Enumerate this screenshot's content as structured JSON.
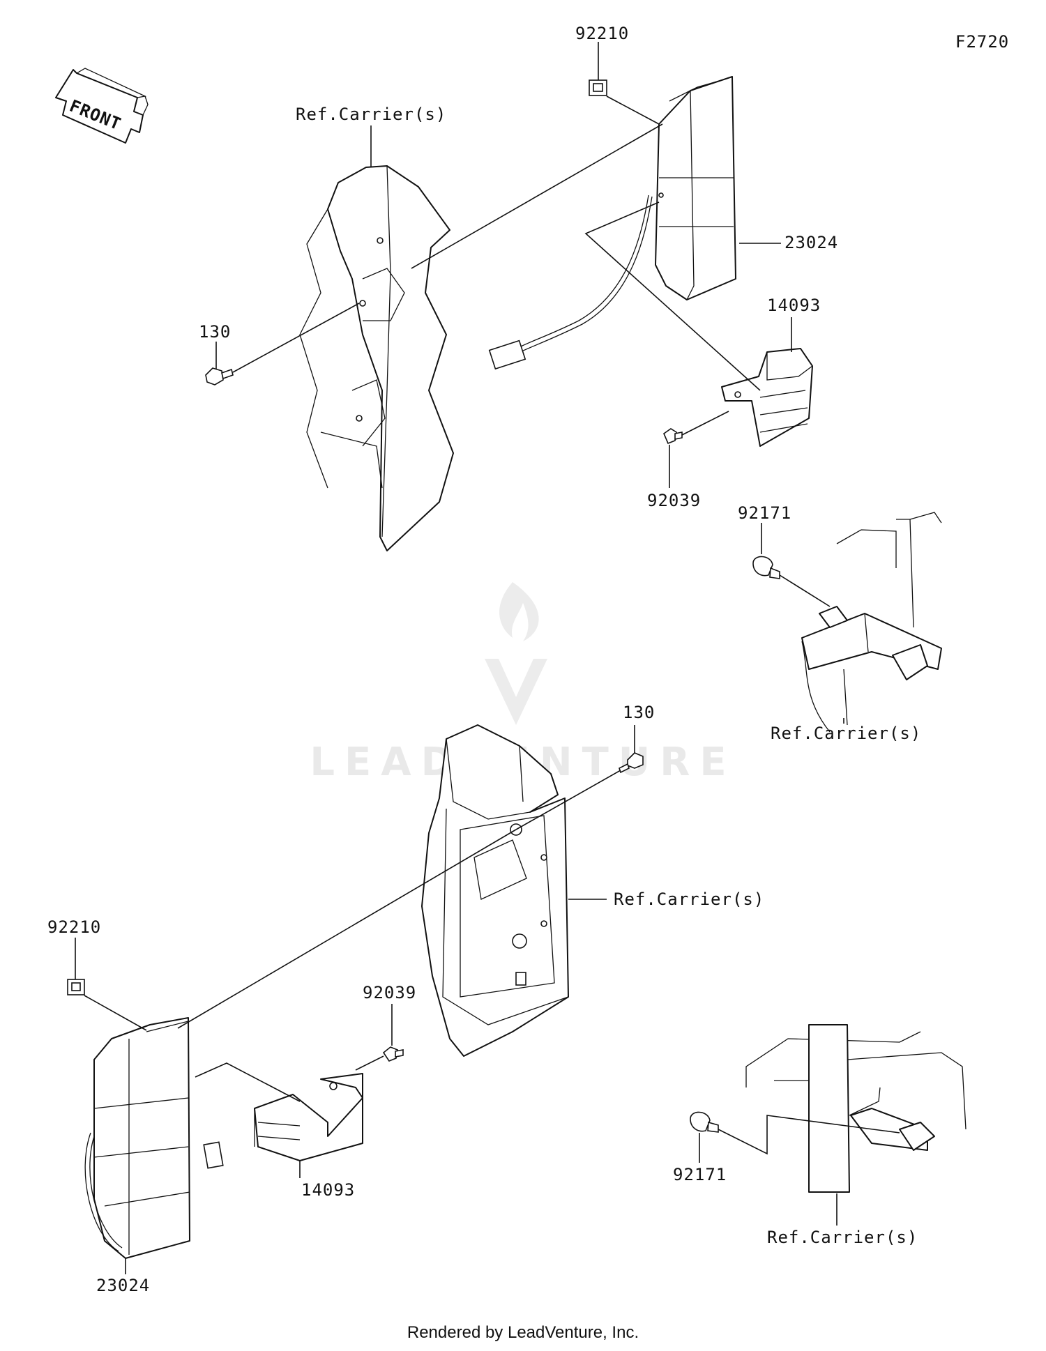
{
  "diagram_id": "F2720",
  "direction_label": "FRONT",
  "watermark": "LEADVENTURE",
  "footer": "Rendered by LeadVenture, Inc.",
  "callouts": {
    "nut_top": "92210",
    "reflector_top": "23024",
    "cover_top": "14093",
    "bolt_top": "130",
    "rivet_top": "92039",
    "clamp_top": "92171",
    "carrier_top_left": "Ref.Carrier(s)",
    "carrier_top_right": "Ref.Carrier(s)",
    "bolt_bottom": "130",
    "carrier_bottom_center": "Ref.Carrier(s)",
    "nut_bottom": "92210",
    "rivet_bottom": "92039",
    "cover_bottom": "14093",
    "reflector_bottom": "23024",
    "clamp_bottom": "92171",
    "carrier_bottom_right": "Ref.Carrier(s)"
  }
}
